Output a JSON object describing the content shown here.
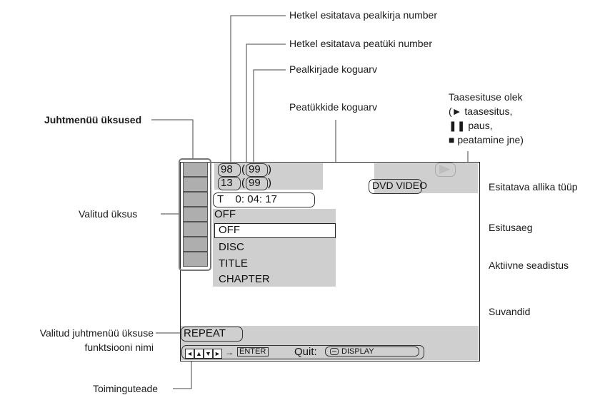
{
  "annotations": {
    "current_title": "Hetkel esitatava pealkirja number",
    "current_chapter": "Hetkel esitatava peatüki number",
    "total_titles": "Pealkirjade koguarv",
    "total_chapters": "Peatükkide koguarv",
    "playback_status": [
      "Taasesituse olek",
      "(► taasesitus,",
      "❚❚ paus,",
      "■ peatamine jne)"
    ],
    "menu_items": "Juhtmenüü üksused",
    "selected_item": "Valitud üksus",
    "source_type": "Esitatava allika tüüp",
    "playing_time": "Esitusaeg",
    "current_setting": "Aktiivne seadistus",
    "options": "Suvandid",
    "function_name": [
      "Valitud juhtmenüü üksuse",
      "funktsiooni nimi"
    ],
    "operation_message": "Toiminguteade"
  },
  "osd": {
    "title_number": "98",
    "title_total": "99",
    "chapter_number": "13",
    "chapter_total": "99",
    "time": "T    0: 04: 17",
    "disc_type": "DVD VIDEO",
    "current_setting": "OFF",
    "options": [
      "OFF",
      "DISC",
      "TITLE",
      "CHAPTER"
    ],
    "function_name": "REPEAT",
    "enter_label": "ENTER",
    "quit_label": "Quit:",
    "display_label": "DISPLAY"
  }
}
